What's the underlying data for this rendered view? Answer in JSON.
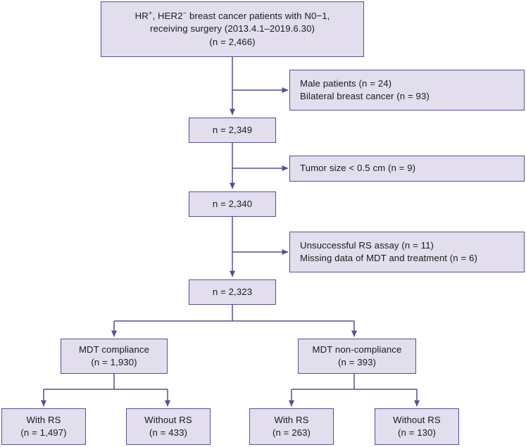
{
  "diagram": {
    "title": "CONSORT-style patient selection flowchart",
    "colors": {
      "box_fill": "#E2DEEE",
      "box_border": "#5B4E8E",
      "connector": "#5B4E8E",
      "text": "#1a1a1a",
      "background": "#ffffff"
    },
    "nodes": [
      {
        "id": "cohort-initial",
        "name": "initial-cohort-box",
        "lines": [
          "HR+, HER2− breast cancer patients with N0−1,",
          "receiving surgery (2013.4.1–2019.6.30)",
          "(n = 2,466)"
        ]
      },
      {
        "id": "exclusion-1",
        "name": "exclusion-box-male-bilateral",
        "lines": [
          "Male patients (n = 24)",
          "Bilateral breast cancer (n = 93)"
        ]
      },
      {
        "id": "cohort-2349",
        "name": "cohort-box-2349",
        "lines": [
          "n = 2,349"
        ]
      },
      {
        "id": "exclusion-2",
        "name": "exclusion-box-tumor-size",
        "lines": [
          "Tumor size < 0.5 cm (n = 9)"
        ]
      },
      {
        "id": "cohort-2340",
        "name": "cohort-box-2340",
        "lines": [
          "n = 2,340"
        ]
      },
      {
        "id": "exclusion-3",
        "name": "exclusion-box-assay-missing-data",
        "lines": [
          "Unsuccessful RS assay (n = 11)",
          "Missing data of MDT and treatment (n = 6)"
        ]
      },
      {
        "id": "cohort-2323",
        "name": "cohort-box-2323",
        "lines": [
          "n = 2,323"
        ]
      },
      {
        "id": "mdt-compliance",
        "name": "group-box-mdt-compliance",
        "lines": [
          "MDT compliance",
          "(n = 1,930)"
        ]
      },
      {
        "id": "mdt-non-compliance",
        "name": "group-box-mdt-non-compliance",
        "lines": [
          "MDT non-compliance",
          "(n = 393)"
        ]
      },
      {
        "id": "compliance-with-rs",
        "name": "leaf-box-compliance-with-rs",
        "lines": [
          "With RS",
          "(n = 1,497)"
        ]
      },
      {
        "id": "compliance-without-rs",
        "name": "leaf-box-compliance-without-rs",
        "lines": [
          "Without RS",
          "(n = 433)"
        ]
      },
      {
        "id": "noncompliance-with-rs",
        "name": "leaf-box-noncompliance-with-rs",
        "lines": [
          "With RS",
          "(n = 263)"
        ]
      },
      {
        "id": "noncompliance-without-rs",
        "name": "leaf-box-noncompliance-without-rs",
        "lines": [
          "Without RS",
          "(n = 130)"
        ]
      }
    ]
  },
  "chart_data": {
    "type": "diagram",
    "title": "Patient selection flow diagram",
    "flow": [
      {
        "step": 1,
        "label": "HR+, HER2− breast cancer patients with N0−1, receiving surgery (2013.4.1–2019.6.30)",
        "n": 2466
      },
      {
        "step": 2,
        "label": "Excluded: Male patients",
        "n": 24,
        "type": "exclusion"
      },
      {
        "step": 2,
        "label": "Excluded: Bilateral breast cancer",
        "n": 93,
        "type": "exclusion"
      },
      {
        "step": 3,
        "label": "Remaining",
        "n": 2349
      },
      {
        "step": 4,
        "label": "Excluded: Tumor size < 0.5 cm",
        "n": 9,
        "type": "exclusion"
      },
      {
        "step": 5,
        "label": "Remaining",
        "n": 2340
      },
      {
        "step": 6,
        "label": "Excluded: Unsuccessful RS assay",
        "n": 11,
        "type": "exclusion"
      },
      {
        "step": 6,
        "label": "Excluded: Missing data of MDT and treatment",
        "n": 6,
        "type": "exclusion"
      },
      {
        "step": 7,
        "label": "Remaining",
        "n": 2323
      },
      {
        "step": 8,
        "label": "MDT compliance",
        "n": 1930
      },
      {
        "step": 8,
        "label": "MDT non-compliance",
        "n": 393
      },
      {
        "step": 9,
        "label": "MDT compliance → With RS",
        "n": 1497
      },
      {
        "step": 9,
        "label": "MDT compliance → Without RS",
        "n": 433
      },
      {
        "step": 9,
        "label": "MDT non-compliance → With RS",
        "n": 263
      },
      {
        "step": 9,
        "label": "MDT non-compliance → Without RS",
        "n": 130
      }
    ]
  }
}
